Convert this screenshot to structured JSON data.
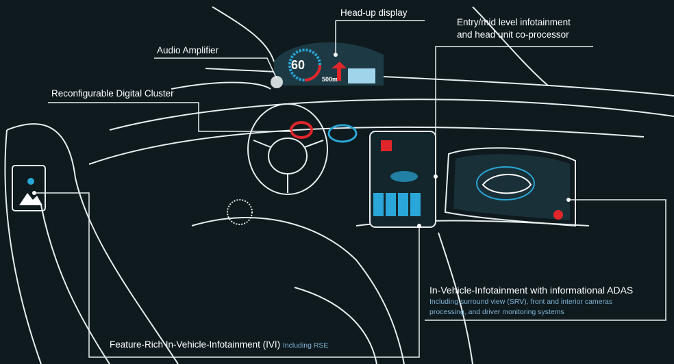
{
  "labels": {
    "hud": "Head-up display",
    "entry_line1": "Entry/mid level infotainment",
    "entry_line2": "and head unit co-processor",
    "audio": "Audio Amplifier",
    "cluster": "Reconfigurable Digital Cluster",
    "adas_title": "In-Vehicle-Infotainment with informational ADAS",
    "adas_sub1": "Including surround view (SRV), front and interior cameras",
    "adas_sub2": "processing, and driver monitoring systems",
    "ivi_title": "Feature-Rich In-Vehicle-Infotainment (IVI)",
    "ivi_sub": "Including RSE"
  },
  "hud": {
    "speed": "60",
    "distance": "500m"
  },
  "colors": {
    "background": "#0e1a1e",
    "line": "#ffffff",
    "accent_red": "#e0262b",
    "accent_blue": "#2aa7d8",
    "sub_text": "#7fb3d5"
  }
}
